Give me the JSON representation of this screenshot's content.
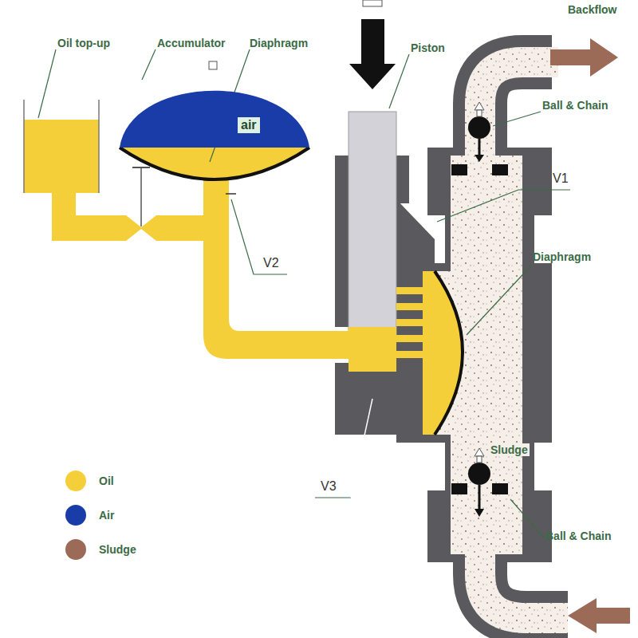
{
  "diagram": {
    "nodes": [
      {
        "text": [
          "air"
        ]
      }
    ],
    "labels": [
      "Oil top-up",
      "Accumulator",
      "Diaphragm",
      "Piston",
      "Backflow",
      "Ball & Chain",
      "V1",
      "Diaphragm",
      "V2",
      "V3",
      "Sludge",
      "Ball & Chain"
    ],
    "legend": [
      {
        "text": "Oil",
        "color": "#f5cf3a"
      },
      {
        "text": "Air",
        "color": "#1a3ca8"
      },
      {
        "text": "Sludge",
        "color": "#9c6b57"
      }
    ]
  }
}
